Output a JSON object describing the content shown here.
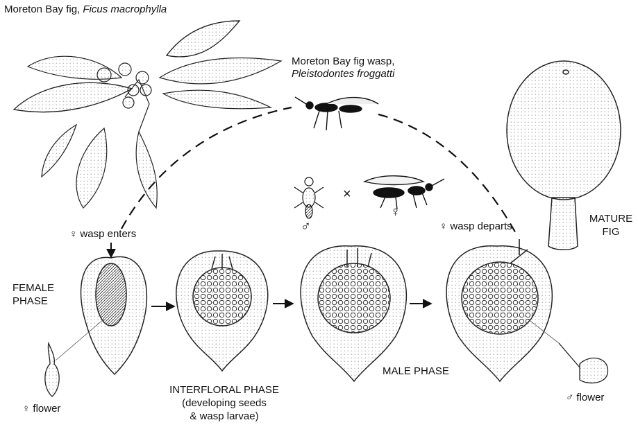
{
  "labels": {
    "tree_name": "Moreton Bay fig, ",
    "tree_species": "Ficus macrophylla",
    "wasp_name": "Moreton Bay fig wasp,",
    "wasp_species": "Pleistodontes froggatti",
    "wasp_enters": "♀ wasp enters",
    "wasp_departs": "♀ wasp departs",
    "female_phase_1": "FEMALE",
    "female_phase_2": "PHASE",
    "mature_fig_1": "MATURE",
    "mature_fig_2": "FIG",
    "interfloral_1": "INTERFLORAL PHASE",
    "interfloral_2": "(developing seeds",
    "interfloral_3": "& wasp larvae)",
    "male_phase": "MALE PHASE",
    "female_flower": "♀ flower",
    "male_flower": "♂ flower",
    "male_symbol": "♂",
    "female_symbol": "♀",
    "cross": "×"
  }
}
